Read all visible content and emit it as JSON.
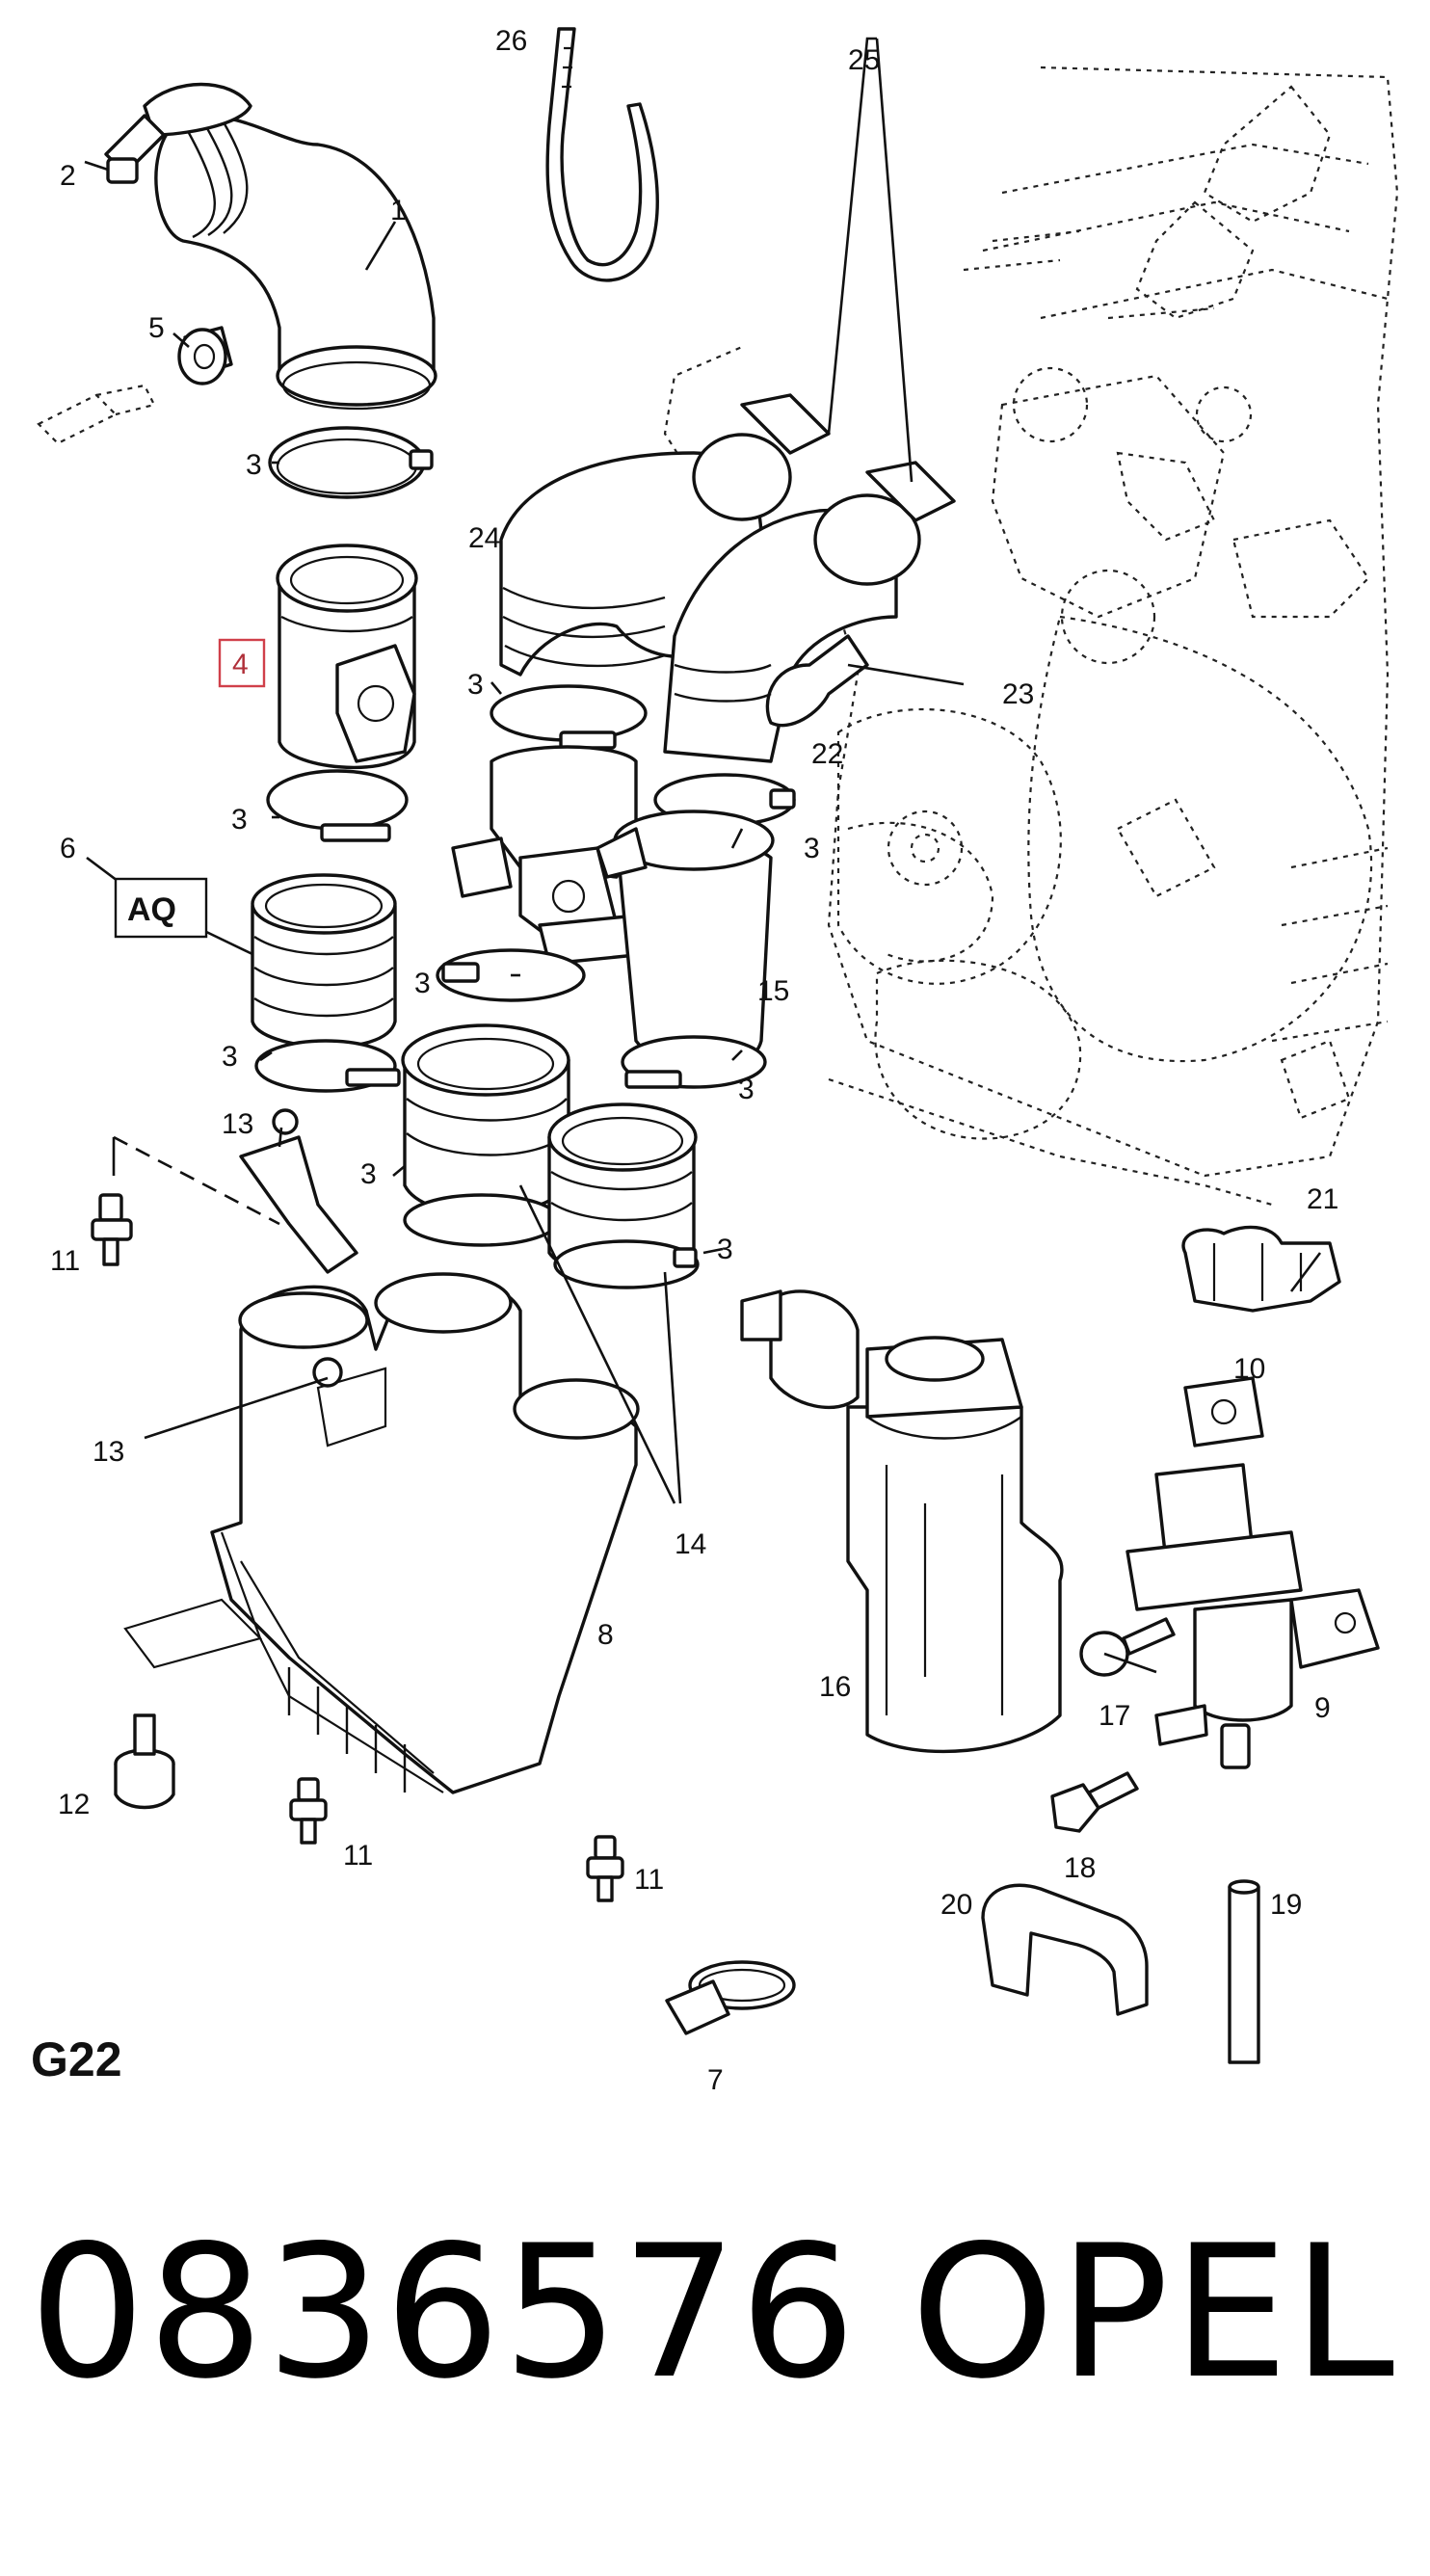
{
  "diagram": {
    "group_code": "G22",
    "box_label": "AQ",
    "highlighted_callout": "4",
    "callouts": [
      {
        "id": "c1",
        "text": "1"
      },
      {
        "id": "c2",
        "text": "2"
      },
      {
        "id": "c3a",
        "text": "3"
      },
      {
        "id": "c3b",
        "text": "3"
      },
      {
        "id": "c3c",
        "text": "3"
      },
      {
        "id": "c3d",
        "text": "3"
      },
      {
        "id": "c3e",
        "text": "3"
      },
      {
        "id": "c3f",
        "text": "3"
      },
      {
        "id": "c3g",
        "text": "3"
      },
      {
        "id": "c3h",
        "text": "3"
      },
      {
        "id": "c3i",
        "text": "3"
      },
      {
        "id": "c5",
        "text": "5"
      },
      {
        "id": "c6",
        "text": "6"
      },
      {
        "id": "c7",
        "text": "7"
      },
      {
        "id": "c8",
        "text": "8"
      },
      {
        "id": "c9",
        "text": "9"
      },
      {
        "id": "c10",
        "text": "10"
      },
      {
        "id": "c11a",
        "text": "11"
      },
      {
        "id": "c11b",
        "text": "11"
      },
      {
        "id": "c11c",
        "text": "11"
      },
      {
        "id": "c12",
        "text": "12"
      },
      {
        "id": "c13a",
        "text": "13"
      },
      {
        "id": "c13b",
        "text": "13"
      },
      {
        "id": "c14",
        "text": "14"
      },
      {
        "id": "c15",
        "text": "15"
      },
      {
        "id": "c16",
        "text": "16"
      },
      {
        "id": "c17",
        "text": "17"
      },
      {
        "id": "c18",
        "text": "18"
      },
      {
        "id": "c19",
        "text": "19"
      },
      {
        "id": "c20",
        "text": "20"
      },
      {
        "id": "c21",
        "text": "21"
      },
      {
        "id": "c22",
        "text": "22"
      },
      {
        "id": "c23",
        "text": "23"
      },
      {
        "id": "c24",
        "text": "24"
      },
      {
        "id": "c25",
        "text": "25"
      },
      {
        "id": "c26",
        "text": "26"
      }
    ]
  },
  "footer": {
    "part_number": "0836576",
    "brand": "OPEL"
  }
}
